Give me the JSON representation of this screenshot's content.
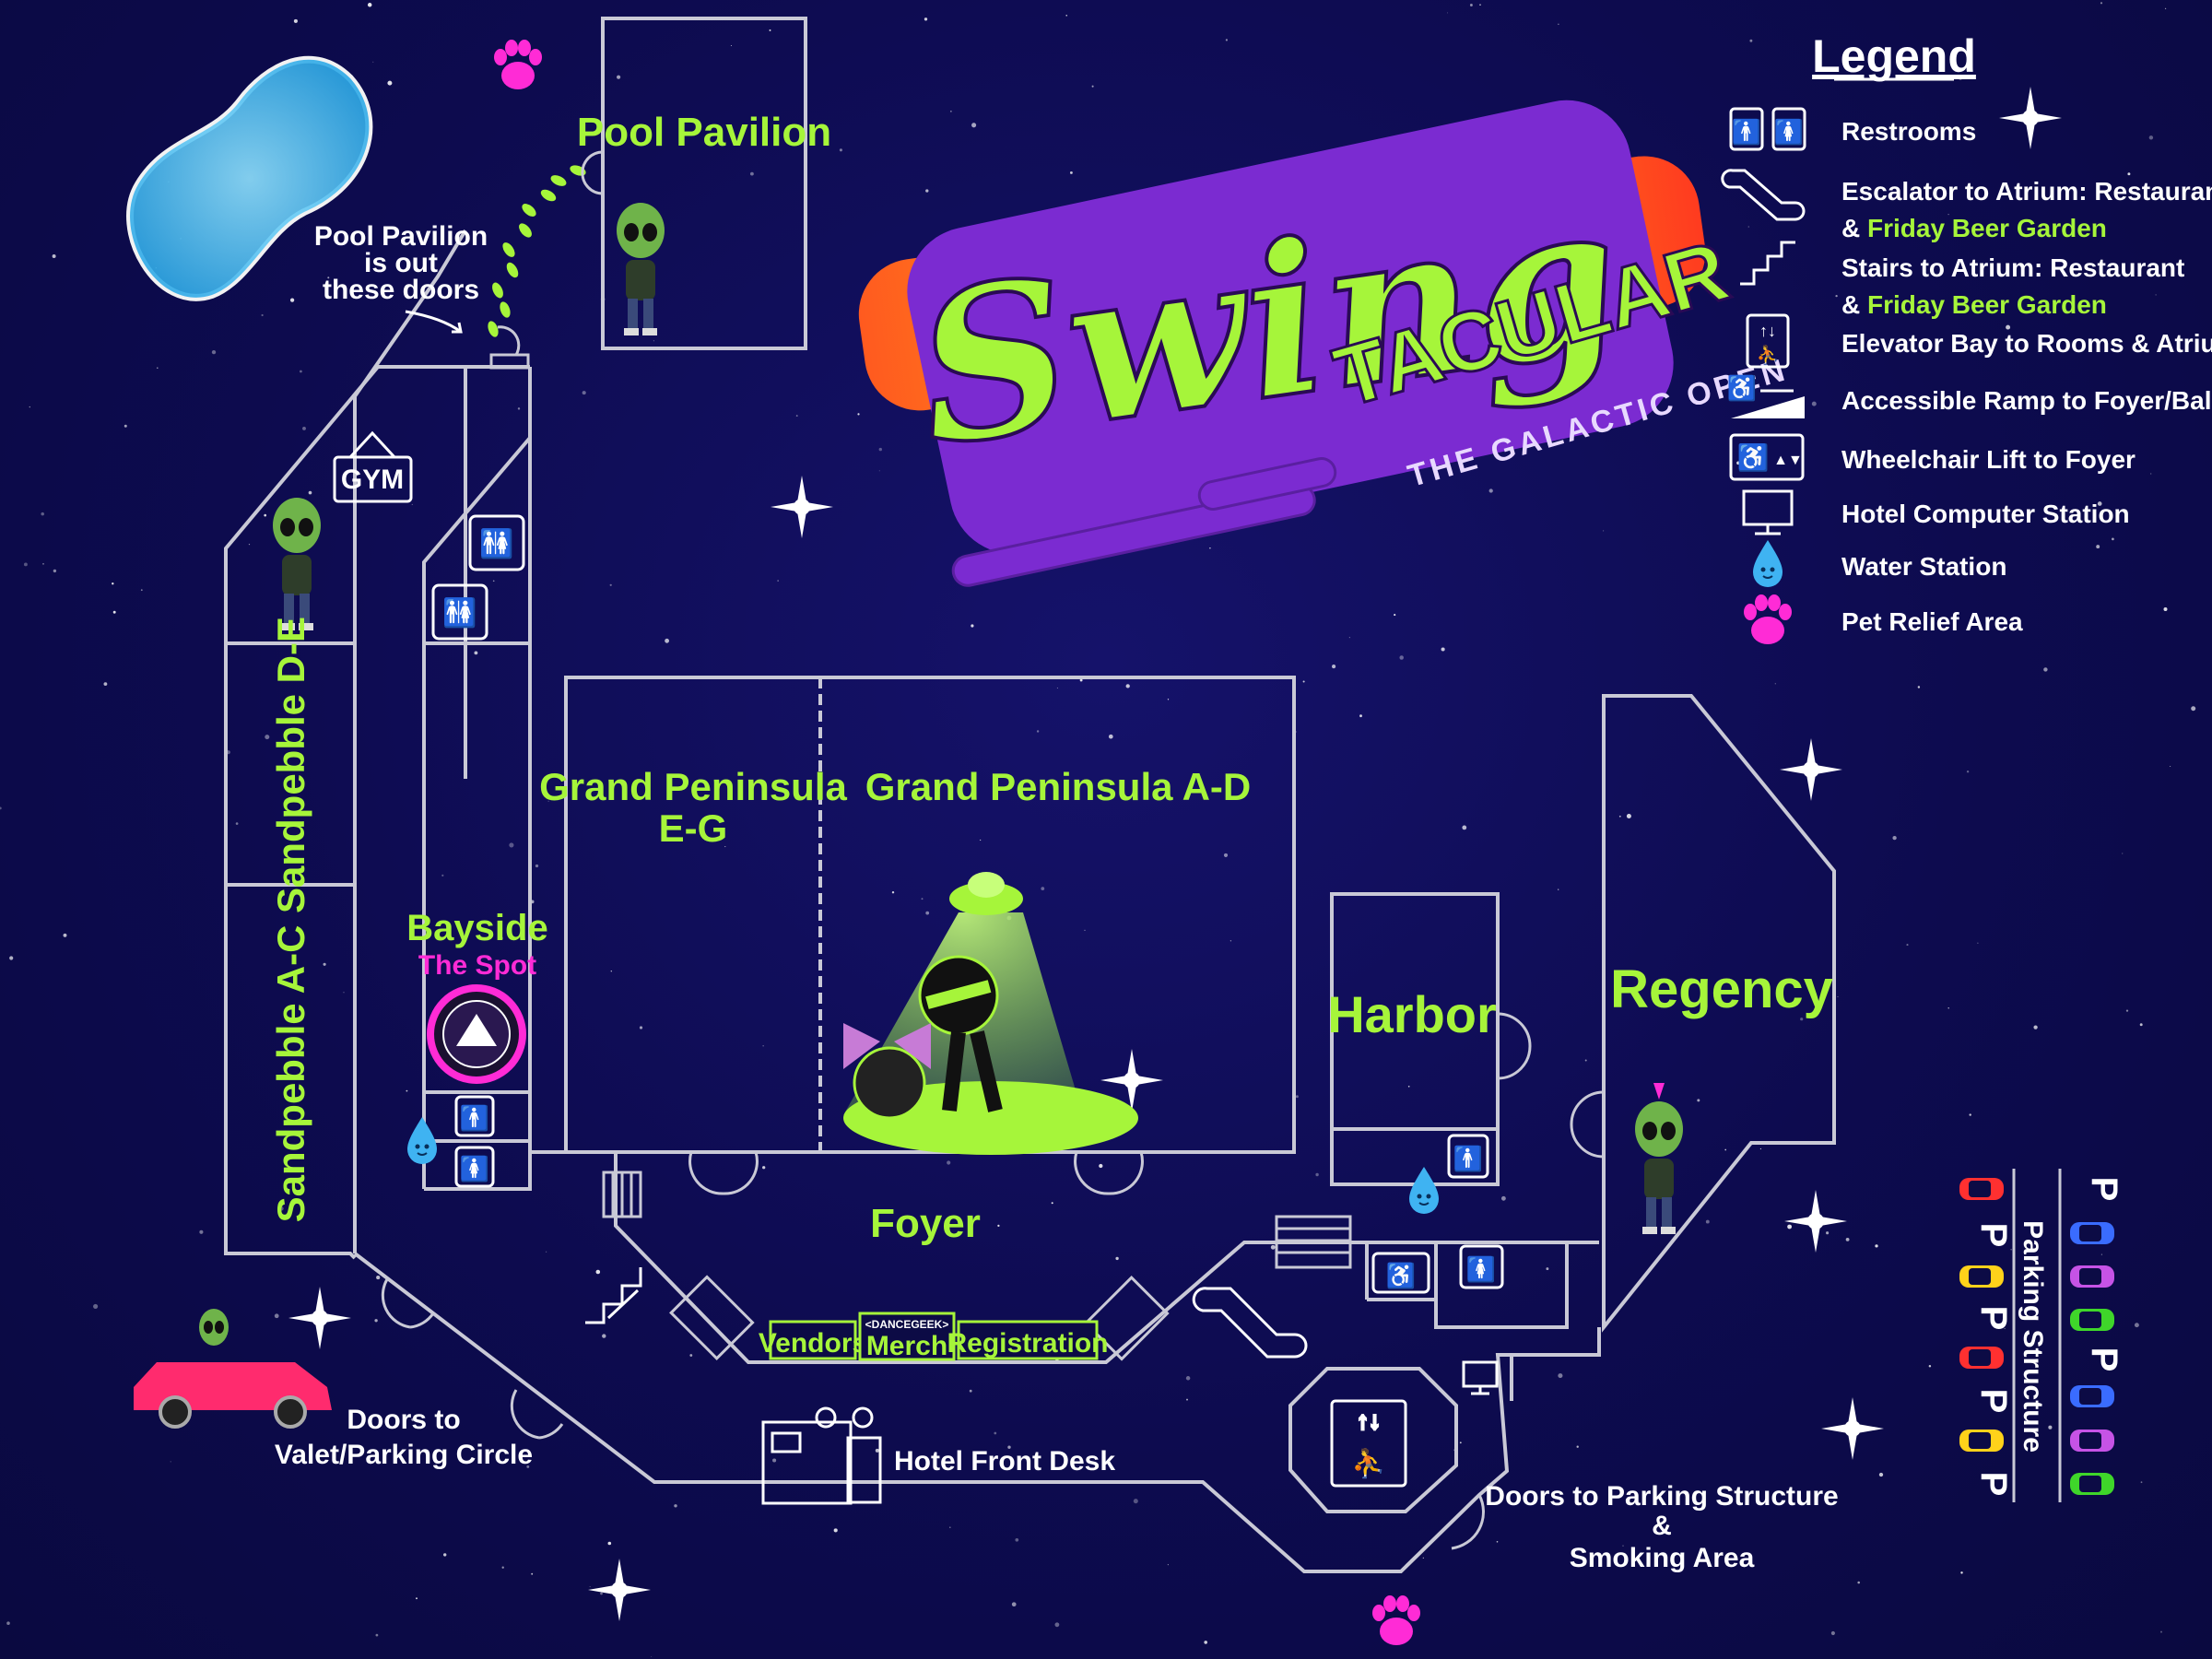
{
  "event": {
    "logo_script": "Swing",
    "logo_block": "TACULAR",
    "tagline": "THE GALACTIC OPEN"
  },
  "legend": {
    "title": "Legend",
    "items": [
      {
        "icon": "restrooms-icon",
        "text": "Restrooms"
      },
      {
        "icon": "escalator-icon",
        "text": "Escalator to Atrium: Restaurant",
        "text2_prefix": "& ",
        "text2_accent": "Friday Beer Garden"
      },
      {
        "icon": "stairs-icon",
        "text": "Stairs to Atrium: Restaurant",
        "text2_prefix": "& ",
        "text2_accent": "Friday Beer Garden"
      },
      {
        "icon": "elevator-icon",
        "text": "Elevator Bay to Rooms & Atrium"
      },
      {
        "icon": "ramp-icon",
        "text": "Accessible Ramp to Foyer/Ballrooms"
      },
      {
        "icon": "wheelchair-lift-icon",
        "text": "Wheelchair Lift to Foyer"
      },
      {
        "icon": "computer-icon",
        "text": "Hotel Computer Station"
      },
      {
        "icon": "water-drop-icon",
        "text": "Water Station"
      },
      {
        "icon": "paw-icon",
        "text": "Pet Relief Area"
      }
    ]
  },
  "rooms": {
    "pool_pavilion": "Pool Pavilion",
    "gym": "GYM",
    "sandpebble_de": "Sandpebble D-E",
    "sandpebble_ac": "Sandpebble A-C",
    "bayside": "Bayside",
    "the_spot": "The Spot",
    "gp_eg_line1": "Grand Peninsula",
    "gp_eg_line2": "E-G",
    "gp_ad": "Grand Peninsula A-D",
    "harbor": "Harbor",
    "regency": "Regency",
    "foyer": "Foyer",
    "vendors": "Vendors",
    "merch_top": "<DANCEGEEK>",
    "merch": "Merch",
    "registration": "Registration",
    "parking_structure": "Parking Structure",
    "parking_letter": "P"
  },
  "labels": {
    "pool_note": [
      "Pool Pavilion",
      "is out",
      "these doors"
    ],
    "valet": [
      "Doors to",
      "Valet/Parking Circle"
    ],
    "front_desk": "Hotel Front Desk",
    "parking_doors": [
      "Doors to Parking Structure",
      "&",
      "Smoking Area"
    ]
  },
  "colors": {
    "background": "#0c0b45",
    "room_label": "#a6f53a",
    "wall": "#c9c9d6",
    "logo_purple": "#7b2bd1",
    "logo_green": "#a6f53a",
    "accent_magenta": "#ff2bd6",
    "pool_water": "#49c6f2"
  }
}
